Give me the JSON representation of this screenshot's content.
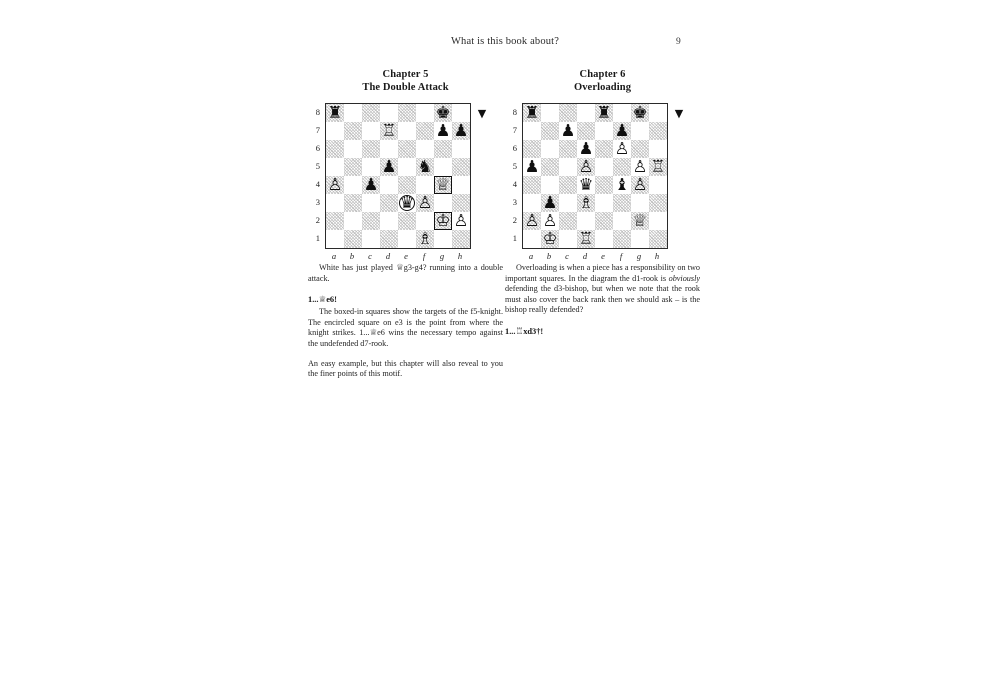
{
  "page": {
    "running_head": "What is this book about?",
    "folio": "9"
  },
  "columns": [
    {
      "chapter_number": "Chapter 5",
      "chapter_title": "The Double Attack",
      "diagram": {
        "side_to_move_indicator": "▼",
        "side_to_move": "black",
        "rank_labels": [
          "8",
          "7",
          "6",
          "5",
          "4",
          "3",
          "2",
          "1"
        ],
        "file_labels": [
          "a",
          "b",
          "c",
          "d",
          "e",
          "f",
          "g",
          "h"
        ],
        "pieces": [
          {
            "square": "a8",
            "piece": "black-rook",
            "glyph": "♜"
          },
          {
            "square": "g8",
            "piece": "black-king",
            "glyph": "♚"
          },
          {
            "square": "d7",
            "piece": "white-rook",
            "glyph": "♖"
          },
          {
            "square": "g7",
            "piece": "black-pawn",
            "glyph": "♟"
          },
          {
            "square": "h7",
            "piece": "black-pawn",
            "glyph": "♟"
          },
          {
            "square": "d5",
            "piece": "black-pawn",
            "glyph": "♟"
          },
          {
            "square": "f5",
            "piece": "black-knight",
            "glyph": "♞"
          },
          {
            "square": "a4",
            "piece": "white-pawn",
            "glyph": "♙"
          },
          {
            "square": "c4",
            "piece": "black-pawn",
            "glyph": "♟"
          },
          {
            "square": "g4",
            "piece": "white-queen",
            "glyph": "♕",
            "mark": "box"
          },
          {
            "square": "e3",
            "piece": "black-queen",
            "glyph": "♛",
            "mark": "circle"
          },
          {
            "square": "f3",
            "piece": "white-pawn",
            "glyph": "♙"
          },
          {
            "square": "g2",
            "piece": "white-king",
            "glyph": "♔",
            "mark": "box"
          },
          {
            "square": "h2",
            "piece": "white-pawn",
            "glyph": "♙"
          },
          {
            "square": "f1",
            "piece": "white-bishop",
            "glyph": "♗"
          }
        ]
      },
      "paragraphs": [
        {
          "type": "indent",
          "runs": [
            {
              "text": "White has just played "
            },
            {
              "piece_glyph": "♕"
            },
            {
              "text": "g3-g4? running into a double attack."
            }
          ]
        },
        {
          "type": "move",
          "runs": [
            {
              "text": "1..."
            },
            {
              "piece_glyph": "♕"
            },
            {
              "text": "e6!"
            }
          ]
        },
        {
          "type": "indent",
          "runs": [
            {
              "text": "The boxed-in squares show the targets of the f5-knight. The encircled square on e3 is the point from where the knight strikes. 1..."
            },
            {
              "piece_glyph": "♕"
            },
            {
              "text": "e6 wins the necessary tempo against the undefended d7-rook."
            }
          ]
        },
        {
          "type": "gap",
          "runs": [
            {
              "text": "An easy example, but this chapter will also reveal to you the finer points of this motif."
            }
          ]
        }
      ]
    },
    {
      "chapter_number": "Chapter 6",
      "chapter_title": "Overloading",
      "diagram": {
        "side_to_move_indicator": "▼",
        "side_to_move": "black",
        "rank_labels": [
          "8",
          "7",
          "6",
          "5",
          "4",
          "3",
          "2",
          "1"
        ],
        "file_labels": [
          "a",
          "b",
          "c",
          "d",
          "e",
          "f",
          "g",
          "h"
        ],
        "pieces": [
          {
            "square": "a8",
            "piece": "black-rook",
            "glyph": "♜"
          },
          {
            "square": "e8",
            "piece": "black-rook",
            "glyph": "♜"
          },
          {
            "square": "g8",
            "piece": "black-king",
            "glyph": "♚"
          },
          {
            "square": "c7",
            "piece": "black-pawn",
            "glyph": "♟"
          },
          {
            "square": "f7",
            "piece": "black-pawn",
            "glyph": "♟"
          },
          {
            "square": "d6",
            "piece": "black-pawn",
            "glyph": "♟"
          },
          {
            "square": "f6",
            "piece": "white-pawn",
            "glyph": "♙"
          },
          {
            "square": "a5",
            "piece": "black-pawn",
            "glyph": "♟"
          },
          {
            "square": "d5",
            "piece": "white-pawn",
            "glyph": "♙"
          },
          {
            "square": "g5",
            "piece": "white-pawn",
            "glyph": "♙"
          },
          {
            "square": "h5",
            "piece": "white-rook",
            "glyph": "♖"
          },
          {
            "square": "d4",
            "piece": "black-queen",
            "glyph": "♛"
          },
          {
            "square": "f4",
            "piece": "black-bishop",
            "glyph": "♝"
          },
          {
            "square": "g4",
            "piece": "white-pawn",
            "glyph": "♙"
          },
          {
            "square": "b3",
            "piece": "black-pawn",
            "glyph": "♟"
          },
          {
            "square": "d3",
            "piece": "white-bishop",
            "glyph": "♗"
          },
          {
            "square": "a2",
            "piece": "white-pawn",
            "glyph": "♙"
          },
          {
            "square": "b2",
            "piece": "white-pawn",
            "glyph": "♙"
          },
          {
            "square": "g2",
            "piece": "white-queen",
            "glyph": "♕"
          },
          {
            "square": "b1",
            "piece": "white-king",
            "glyph": "♔"
          },
          {
            "square": "d1",
            "piece": "white-rook",
            "glyph": "♖"
          }
        ]
      },
      "paragraphs": [
        {
          "type": "indent",
          "runs": [
            {
              "text": "Overloading is when a piece has a responsibility on two important squares. In the diagram the d1-rook is "
            },
            {
              "text": "obviously",
              "italic": true
            },
            {
              "text": " defending the d3-bishop, but when we note that the rook must also cover the back rank then we should ask – is the bishop really defended?"
            }
          ]
        },
        {
          "type": "move",
          "runs": [
            {
              "text": "1..."
            },
            {
              "piece_glyph": "♖"
            },
            {
              "text": "xd3†!"
            }
          ]
        }
      ]
    }
  ]
}
